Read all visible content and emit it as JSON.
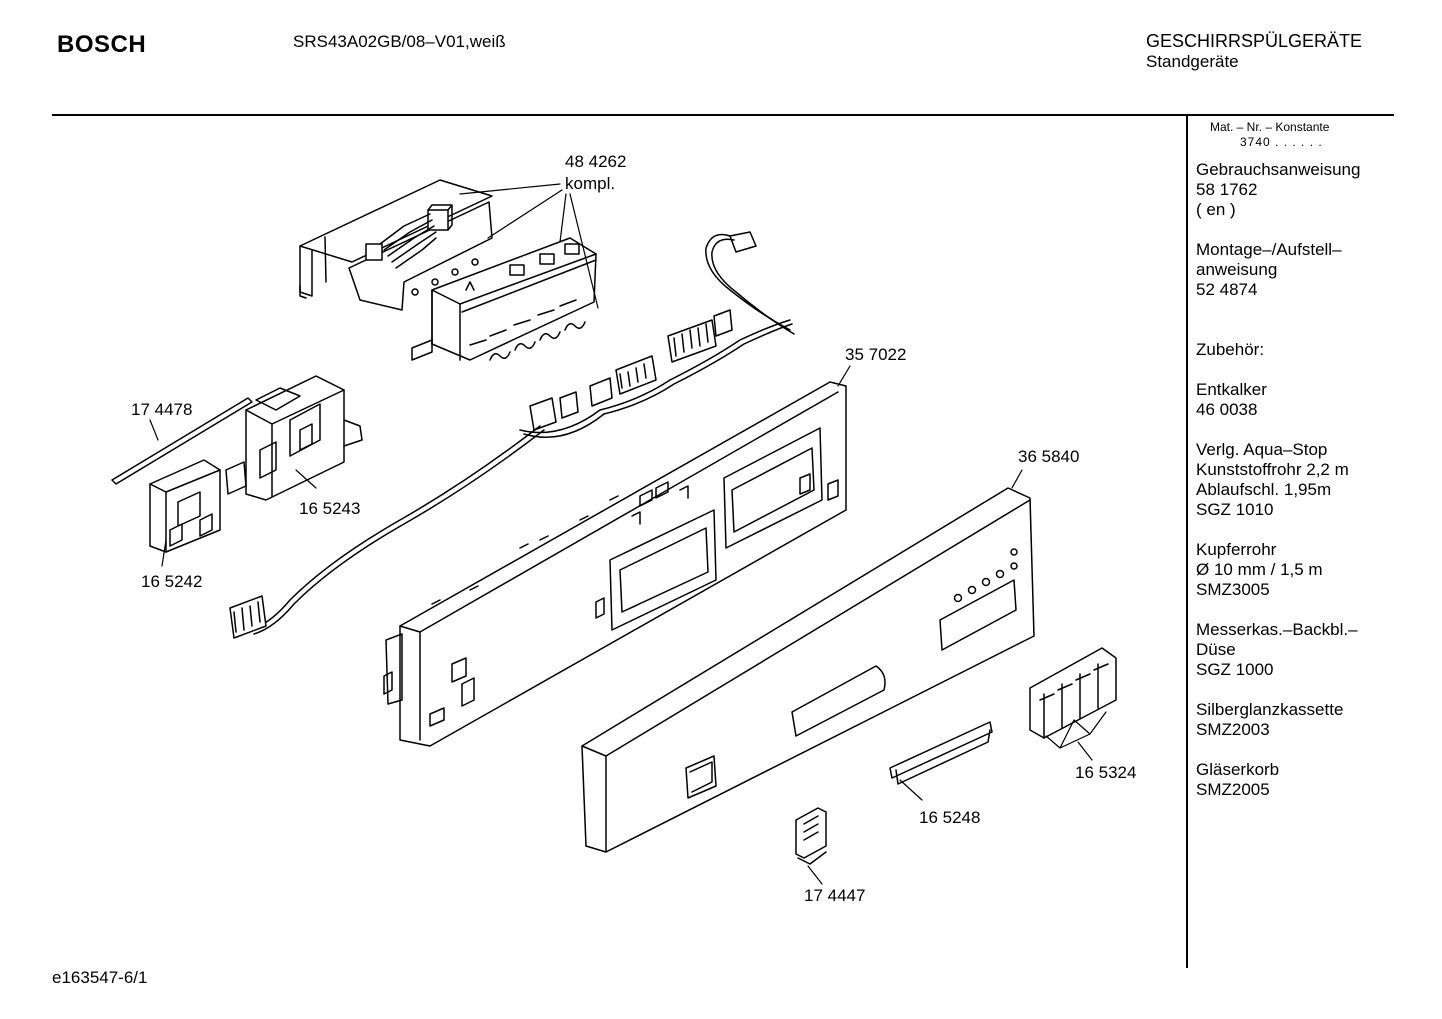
{
  "header": {
    "brand": "BOSCH",
    "model": "SRS43A02GB/08–V01,weiß",
    "category": "GESCHIRRSPÜLGERÄTE",
    "subcategory": "Standgeräte"
  },
  "sidebar": {
    "mat_label": "Mat. – Nr. – Konstante",
    "mat_value": "3740 . .   . . . .",
    "blocks": [
      {
        "lines": [
          "Gebrauchsanweisung",
          "58 1762",
          "( en )"
        ]
      },
      {
        "lines": [
          "Montage–/Aufstell–",
          "anweisung",
          "52 4874"
        ]
      },
      {
        "lines": [
          "Zubehör:"
        ]
      },
      {
        "lines": [
          "Entkalker",
          "46 0038"
        ]
      },
      {
        "lines": [
          "Verlg. Aqua–Stop",
          "Kunststoffrohr 2,2 m",
          "Ablaufschl. 1,95m",
          "SGZ 1010"
        ]
      },
      {
        "lines": [
          "Kupferrohr",
          "Ø 10 mm / 1,5 m",
          "SMZ3005"
        ]
      },
      {
        "lines": [
          "Messerkas.–Backbl.–",
          "Düse",
          "SGZ 1000"
        ]
      },
      {
        "lines": [
          "Silberglanzkassette",
          "SMZ2003"
        ]
      },
      {
        "lines": [
          "Gläserkorb",
          "SMZ2005"
        ]
      }
    ]
  },
  "parts": {
    "p484262": "48 4262",
    "p484262_note": "kompl.",
    "p357022": "35 7022",
    "p174478": "17 4478",
    "p165243": "16 5243",
    "p165242": "16 5242",
    "p365840": "36 5840",
    "p165324": "16 5324",
    "p165248": "16 5248",
    "p174447": "17 4447"
  },
  "footer": {
    "doc_id": "e163547-6/1"
  }
}
